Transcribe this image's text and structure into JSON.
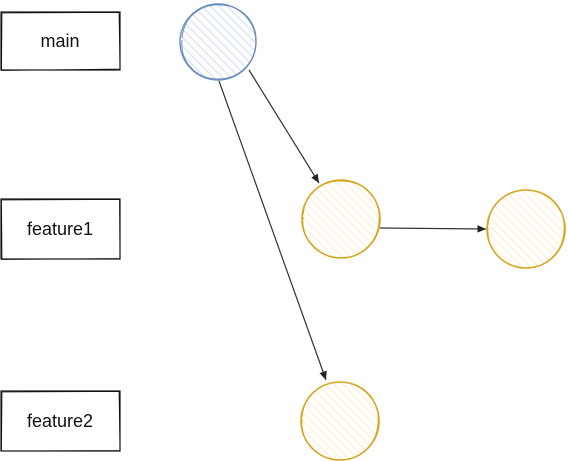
{
  "diagram": {
    "branches": [
      {
        "label": "main"
      },
      {
        "label": "feature1"
      },
      {
        "label": "feature2"
      }
    ],
    "colors": {
      "main_stroke": "#6c8ebf",
      "main_fill": "#dae8fc",
      "feature_stroke": "#d6a41e",
      "feature_fill": "#fff2cc",
      "edge": "#333333",
      "box_stroke": "#111111"
    }
  }
}
